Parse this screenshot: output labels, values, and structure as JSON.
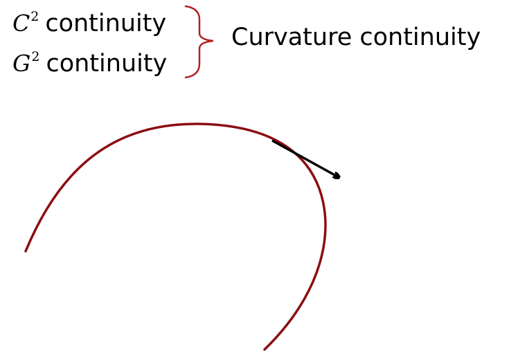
{
  "labels": {
    "c2": {
      "symbol": "C",
      "exponent": "2",
      "text": "continuity"
    },
    "g2": {
      "symbol": "G",
      "exponent": "2",
      "text": "continuity"
    },
    "summary": "Curvature continuity"
  },
  "colors": {
    "curve": "#8b0e12",
    "brace": "#b22222",
    "arrow": "#000000",
    "text": "#000000"
  }
}
